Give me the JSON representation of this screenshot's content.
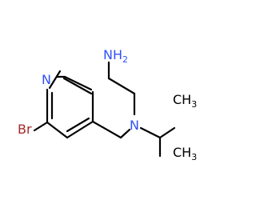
{
  "structure": {
    "atoms": {
      "n_pyridine": {
        "text": "N",
        "color": "#3050f8"
      },
      "br": {
        "text": "Br",
        "color": "#a62929"
      },
      "n_amine": {
        "text": "N",
        "color": "#3050f8"
      },
      "nh2": {
        "text": "NH",
        "sub": "2",
        "color": "#3050f8"
      },
      "ch3_top": {
        "text": "CH",
        "sub": "3",
        "color": "#000000"
      },
      "ch3_bottom": {
        "text": "CH",
        "sub": "3",
        "color": "#000000"
      }
    },
    "colors": {
      "bond": "#000000",
      "background": "#ffffff"
    }
  }
}
